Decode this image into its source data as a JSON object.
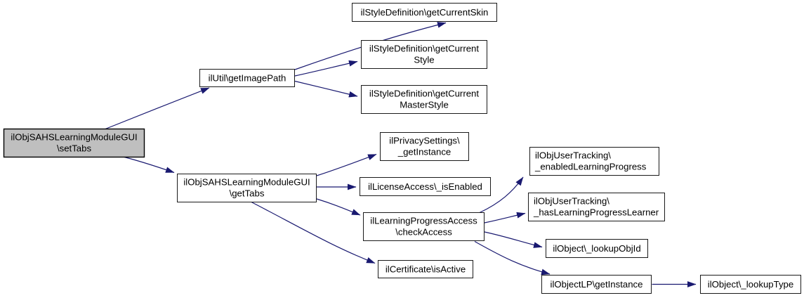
{
  "diagram": {
    "kind": "call-graph",
    "colors": {
      "background": "#ffffff",
      "edge": "#191970",
      "node_fill": "#ffffff",
      "node_border": "#1a1a1a",
      "highlight_fill": "#bfbfbf",
      "text": "#000000"
    },
    "nodes": {
      "set_tabs": {
        "line1": "ilObjSAHSLearningModuleGUI",
        "line2": "\\setTabs",
        "highlighted": true
      },
      "get_image_path": {
        "line1": "ilUtil\\getImagePath"
      },
      "get_current_skin": {
        "line1": "ilStyleDefinition\\getCurrentSkin"
      },
      "get_current_style": {
        "line1": "ilStyleDefinition\\getCurrent",
        "line2": "Style"
      },
      "get_current_master_style": {
        "line1": "ilStyleDefinition\\getCurrent",
        "line2": "MasterStyle"
      },
      "get_tabs": {
        "line1": "ilObjSAHSLearningModuleGUI",
        "line2": "\\getTabs"
      },
      "privacy_get_instance": {
        "line1": "ilPrivacySettings\\",
        "line2": "_getInstance"
      },
      "license_is_enabled": {
        "line1": "ilLicenseAccess\\_isEnabled"
      },
      "check_access": {
        "line1": "ilLearningProgressAccess",
        "line2": "\\checkAccess"
      },
      "certificate_is_active": {
        "line1": "ilCertificate\\isActive"
      },
      "enabled_learning_progress": {
        "line1": "ilObjUserTracking\\",
        "line2": "_enabledLearningProgress"
      },
      "has_learning_progress_learner": {
        "line1": "ilObjUserTracking\\",
        "line2": "_hasLearningProgressLearner"
      },
      "lookup_obj_id": {
        "line1": "ilObject\\_lookupObjId"
      },
      "objectlp_get_instance": {
        "line1": "ilObjectLP\\getInstance"
      },
      "lookup_type": {
        "line1": "ilObject\\_lookupType"
      }
    },
    "edges": [
      {
        "from": "ilObjSAHSLearningModuleGUI\\setTabs",
        "to": "ilUtil\\getImagePath"
      },
      {
        "from": "ilObjSAHSLearningModuleGUI\\setTabs",
        "to": "ilObjSAHSLearningModuleGUI\\getTabs"
      },
      {
        "from": "ilUtil\\getImagePath",
        "to": "ilStyleDefinition\\getCurrentSkin"
      },
      {
        "from": "ilUtil\\getImagePath",
        "to": "ilStyleDefinition\\getCurrentStyle"
      },
      {
        "from": "ilUtil\\getImagePath",
        "to": "ilStyleDefinition\\getCurrentMasterStyle"
      },
      {
        "from": "ilObjSAHSLearningModuleGUI\\getTabs",
        "to": "ilPrivacySettings\\_getInstance"
      },
      {
        "from": "ilObjSAHSLearningModuleGUI\\getTabs",
        "to": "ilLicenseAccess\\_isEnabled"
      },
      {
        "from": "ilObjSAHSLearningModuleGUI\\getTabs",
        "to": "ilLearningProgressAccess\\checkAccess"
      },
      {
        "from": "ilObjSAHSLearningModuleGUI\\getTabs",
        "to": "ilCertificate\\isActive"
      },
      {
        "from": "ilLearningProgressAccess\\checkAccess",
        "to": "ilObjUserTracking\\_enabledLearningProgress"
      },
      {
        "from": "ilLearningProgressAccess\\checkAccess",
        "to": "ilObjUserTracking\\_hasLearningProgressLearner"
      },
      {
        "from": "ilLearningProgressAccess\\checkAccess",
        "to": "ilObject\\_lookupObjId"
      },
      {
        "from": "ilLearningProgressAccess\\checkAccess",
        "to": "ilObjectLP\\getInstance"
      },
      {
        "from": "ilObjectLP\\getInstance",
        "to": "ilObject\\_lookupType"
      }
    ]
  }
}
